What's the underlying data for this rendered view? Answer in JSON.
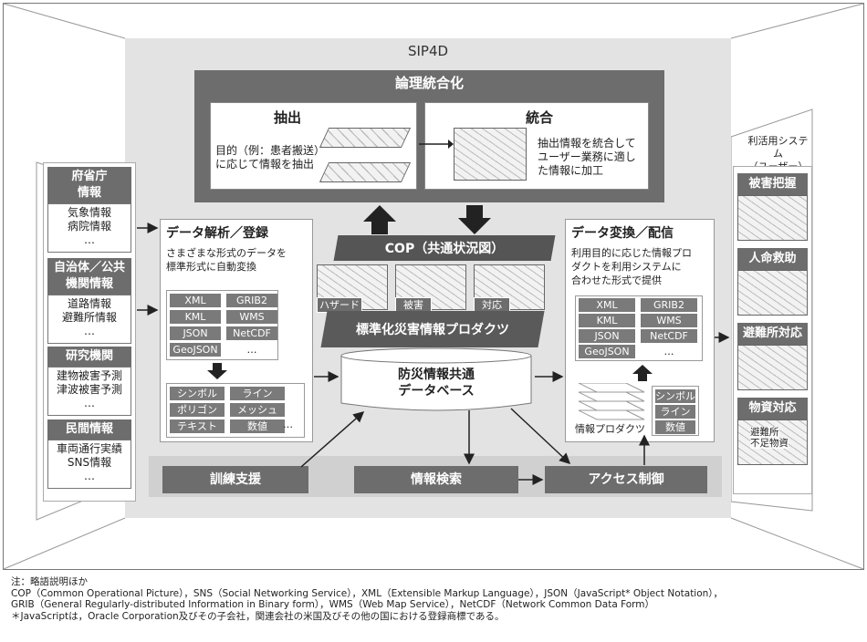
{
  "sip_title": "SIP4D",
  "logic": {
    "title": "論理統合化",
    "extract": {
      "title": "抽出",
      "text": [
        "目的（例：患者搬送）",
        "に応じて情報を抽出"
      ]
    },
    "integrate": {
      "title": "統合",
      "text": [
        "抽出情報を統合して",
        "ユーザー業務に適し",
        "た情報に加工"
      ]
    }
  },
  "sources": [
    {
      "title": [
        "府省庁",
        "情報"
      ],
      "items": [
        "気象情報",
        "病院情報",
        "…"
      ]
    },
    {
      "title": [
        "自治体／公共",
        "機関情報"
      ],
      "items": [
        "道路情報",
        "避難所情報",
        "…"
      ]
    },
    {
      "title": [
        "研究機関"
      ],
      "items": [
        "建物被害予測",
        "津波被害予測",
        "…"
      ]
    },
    {
      "title": [
        "民間情報"
      ],
      "items": [
        "車両通行実績",
        "SNS情報",
        "…"
      ]
    }
  ],
  "analysis": {
    "title": "データ解析／登録",
    "desc": [
      "さまざまな形式のデータを",
      "標準形式に自動変換"
    ],
    "formats": [
      "XML",
      "GRIB2",
      "KML",
      "WMS",
      "JSON",
      "NetCDF",
      "GeoJSON",
      "…"
    ],
    "types": [
      "シンボル",
      "ライン",
      "ポリゴン",
      "メッシュ",
      "テキスト",
      "数値",
      "…"
    ]
  },
  "cop": {
    "title": "COP（共通状況図）",
    "images": [
      "ハザード",
      "被害",
      "対応"
    ],
    "products": "標準化災害情報プロダクツ"
  },
  "db": {
    "title": [
      "防災情報共通",
      "データベース"
    ]
  },
  "convert": {
    "title": "データ変換／配信",
    "desc": [
      "利用目的に応じた情報プロ",
      "ダクトを利用システムに",
      "合わせた形式で提供"
    ],
    "formats": [
      "XML",
      "GRIB2",
      "KML",
      "WMS",
      "JSON",
      "NetCDF",
      "GeoJSON",
      "…"
    ],
    "types": [
      "シンボル",
      "ライン",
      "数値"
    ],
    "product_label": "情報プロダクツ"
  },
  "bottom": {
    "training": "訓練支援",
    "search": "情報検索",
    "access": "アクセス制御"
  },
  "users": {
    "title": [
      "利活用システム",
      "（ユーザー）"
    ],
    "items": [
      "被害把握",
      "人命救助",
      "避難所対応",
      "物資対応"
    ],
    "sub": [
      "避難所",
      "不足物資"
    ]
  },
  "notes": [
    "注：略語説明ほか",
    "COP（Common Operational Picture），SNS（Social Networking Service），XML（Extensible Markup Language），JSON（JavaScript* Object Notation），",
    "GRIB（General Regularly-distributed Information in Binary form），WMS（Web Map Service），NetCDF（Network Common Data Form）",
    "＊JavaScriptは，Oracle Corporation及びその子会社，関連会社の米国及びその他の国における登録商標である。"
  ]
}
